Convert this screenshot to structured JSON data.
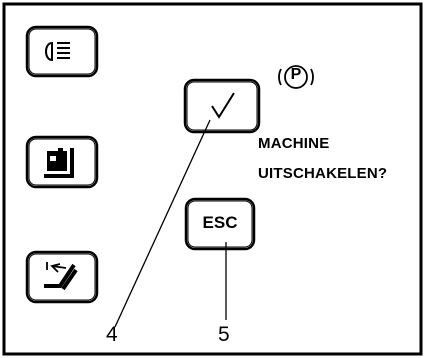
{
  "message": {
    "line1": "MACHINE",
    "line2": "UITSCHAKELEN?"
  },
  "buttons": {
    "confirm_icon": "checkmark-icon",
    "esc_label": "ESC",
    "left_buttons": [
      "headlight-icon",
      "load-backrest-icon",
      "seat-tilt-icon"
    ]
  },
  "indicator": {
    "parking_brake_icon": "parking-brake-icon",
    "parking_brake_letter": "P"
  },
  "callouts": {
    "confirm": "4",
    "esc": "5"
  }
}
